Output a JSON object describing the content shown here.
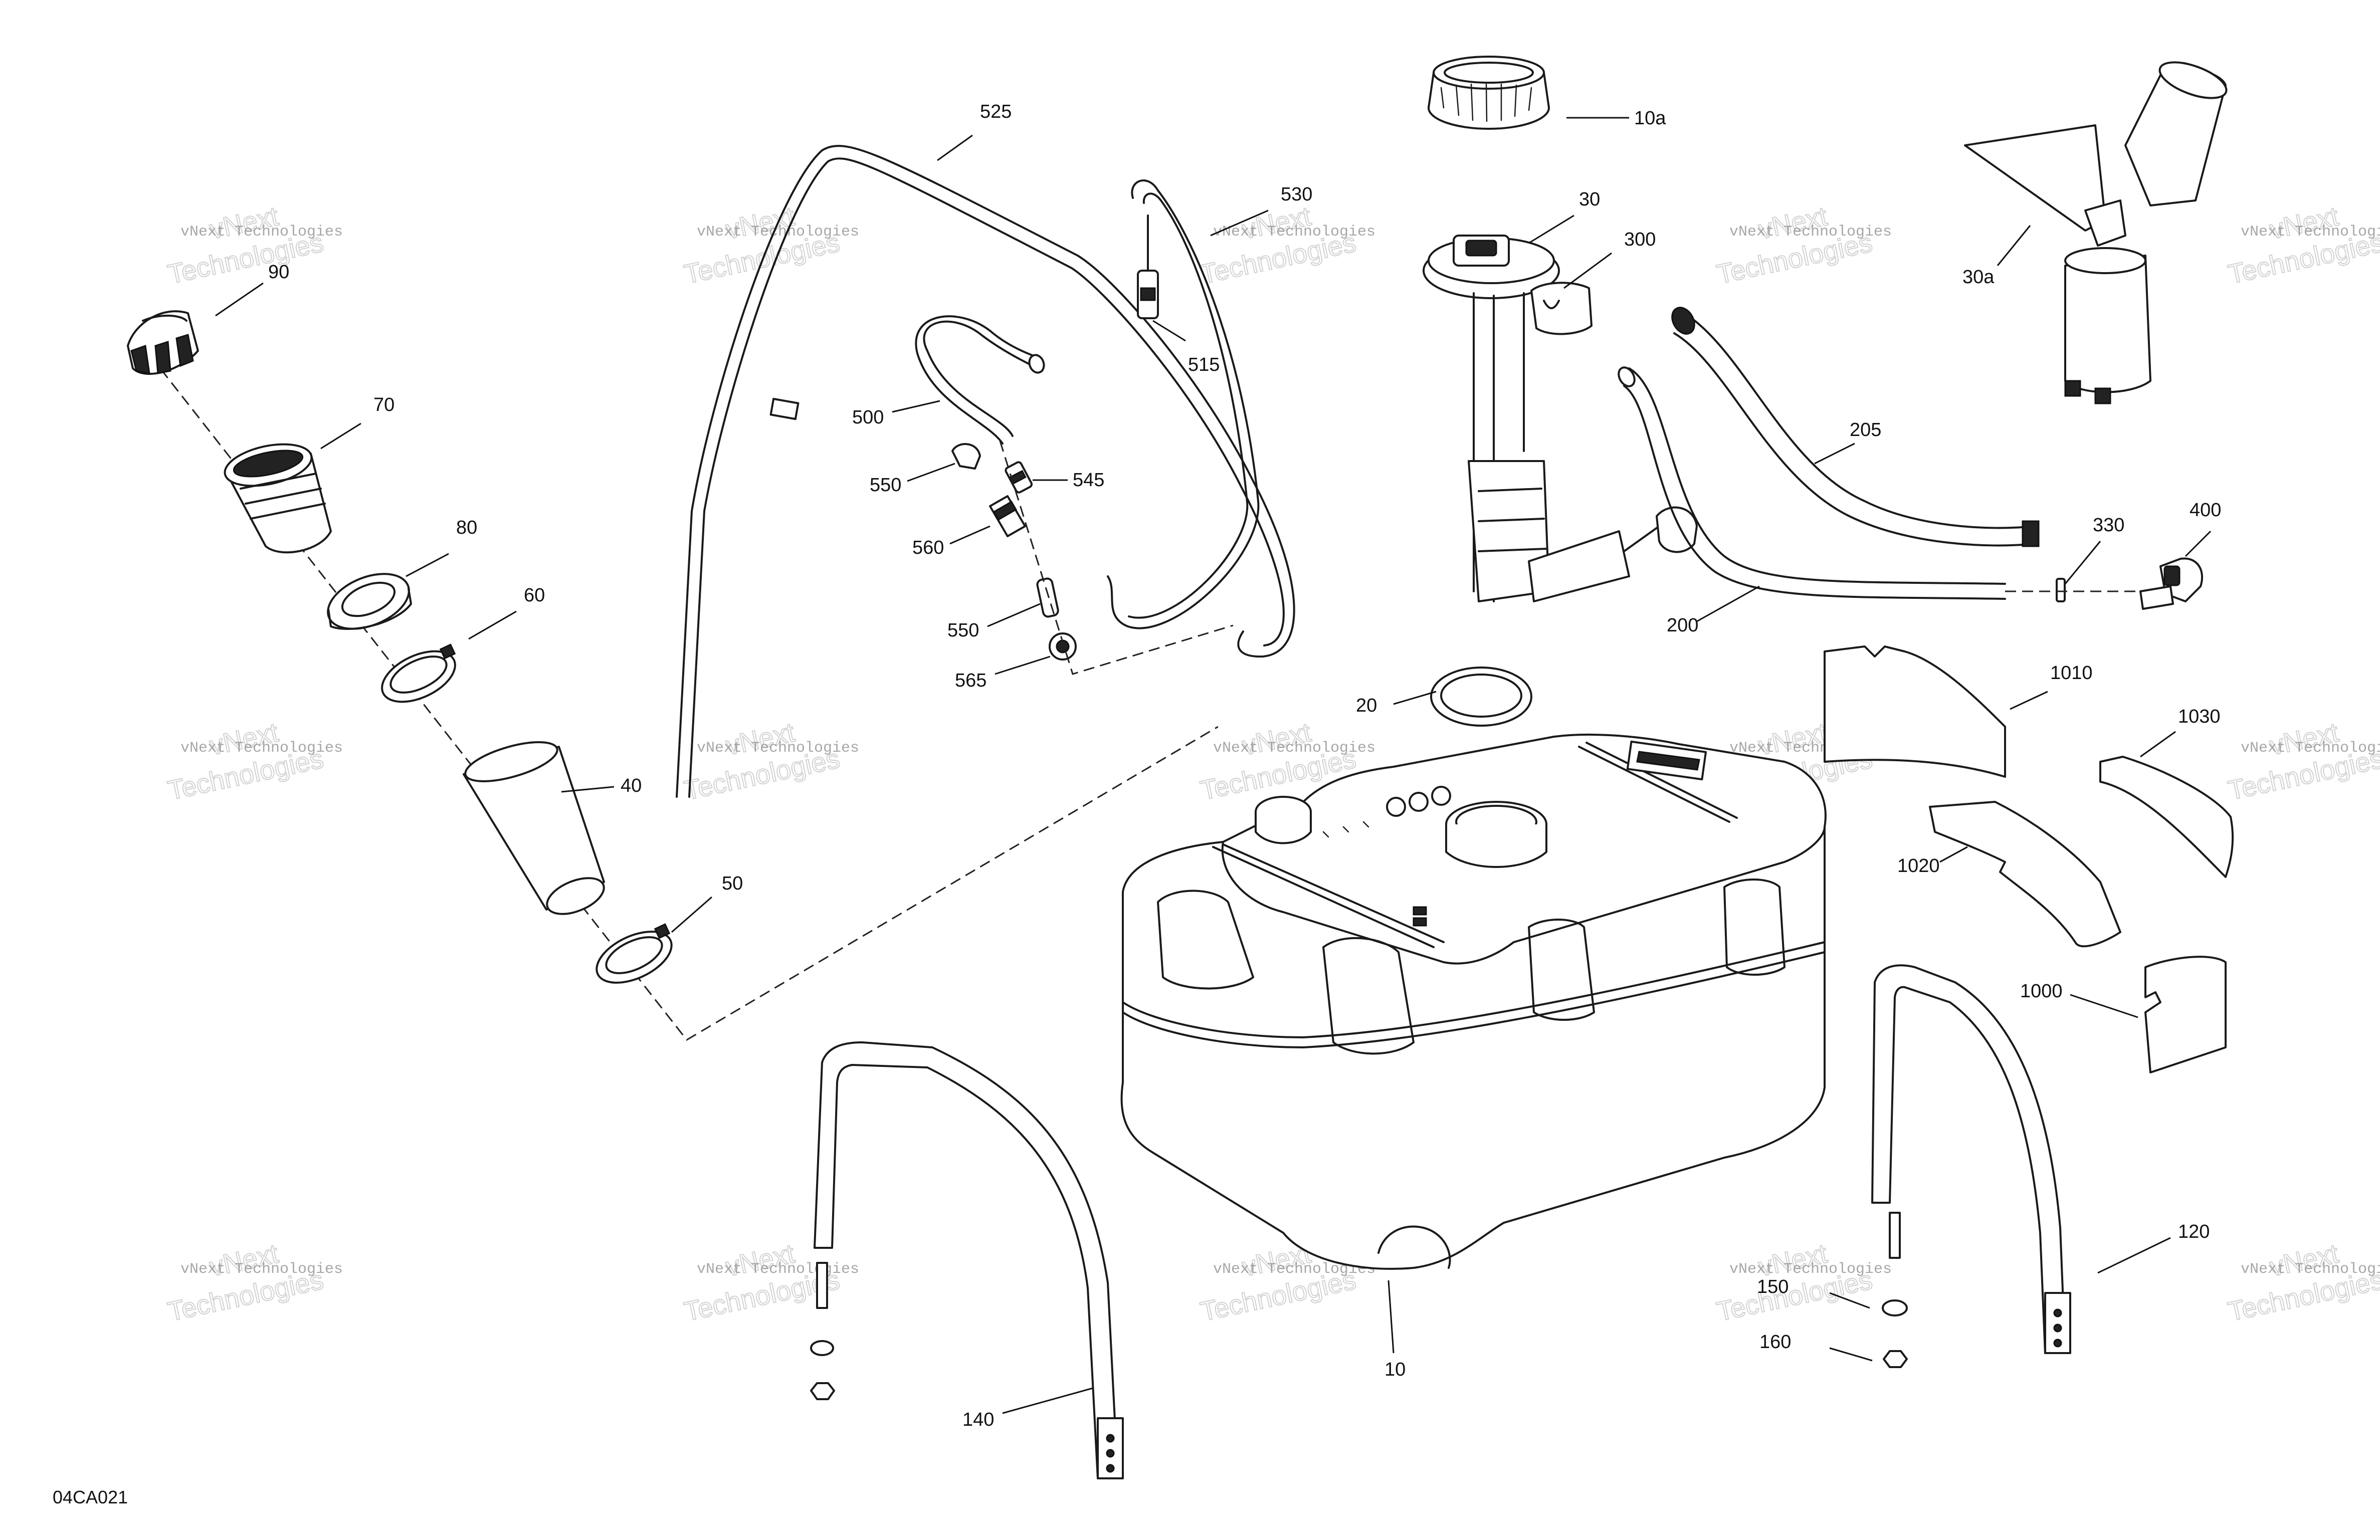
{
  "drawing_code": "04CA021",
  "watermark": {
    "line1": "vNext Technologies",
    "line2": "Technologies",
    "line3": "vNext"
  },
  "callouts": {
    "c525": "525",
    "c530": "530",
    "c515": "515",
    "c500": "500",
    "c545": "545",
    "c550a": "550",
    "c560": "560",
    "c550b": "550",
    "c565": "565",
    "c90": "90",
    "c70": "70",
    "c80": "80",
    "c60": "60",
    "c40": "40",
    "c50": "50",
    "c10a": "10a",
    "c30": "30",
    "c300": "300",
    "c30a": "30a",
    "c205": "205",
    "c330": "330",
    "c400": "400",
    "c200": "200",
    "c20": "20",
    "c1010": "1010",
    "c1030": "1030",
    "c1020": "1020",
    "c1000": "1000",
    "c120": "120",
    "c150": "150",
    "c160": "160",
    "c10": "10",
    "c140": "140"
  }
}
